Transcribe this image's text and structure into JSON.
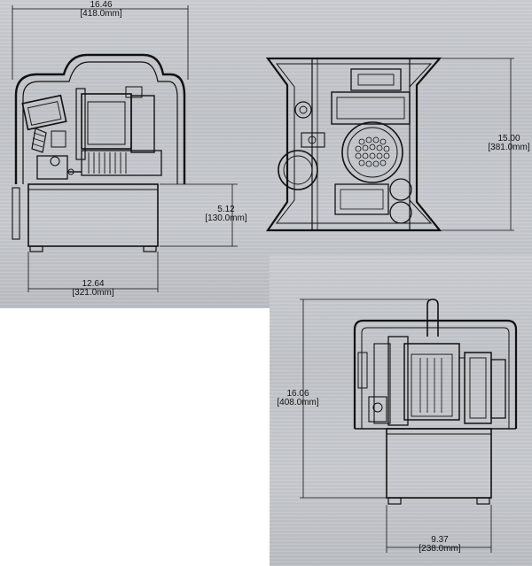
{
  "views": {
    "front": {
      "width_in": "16.46",
      "width_mm": "[418.0mm]",
      "base_height_in": "5.12",
      "base_height_mm": "[130.0mm]",
      "base_width_in": "12.64",
      "base_width_mm": "[321.0mm]"
    },
    "top": {
      "depth_in": "15.00",
      "depth_mm": "[381.0mm]"
    },
    "side": {
      "height_in": "16.06",
      "height_mm": "[408.0mm]",
      "width_in": "9.37",
      "width_mm": "[238.0mm]"
    }
  },
  "colors": {
    "line": "#111111",
    "background": "#c4c7cc"
  }
}
